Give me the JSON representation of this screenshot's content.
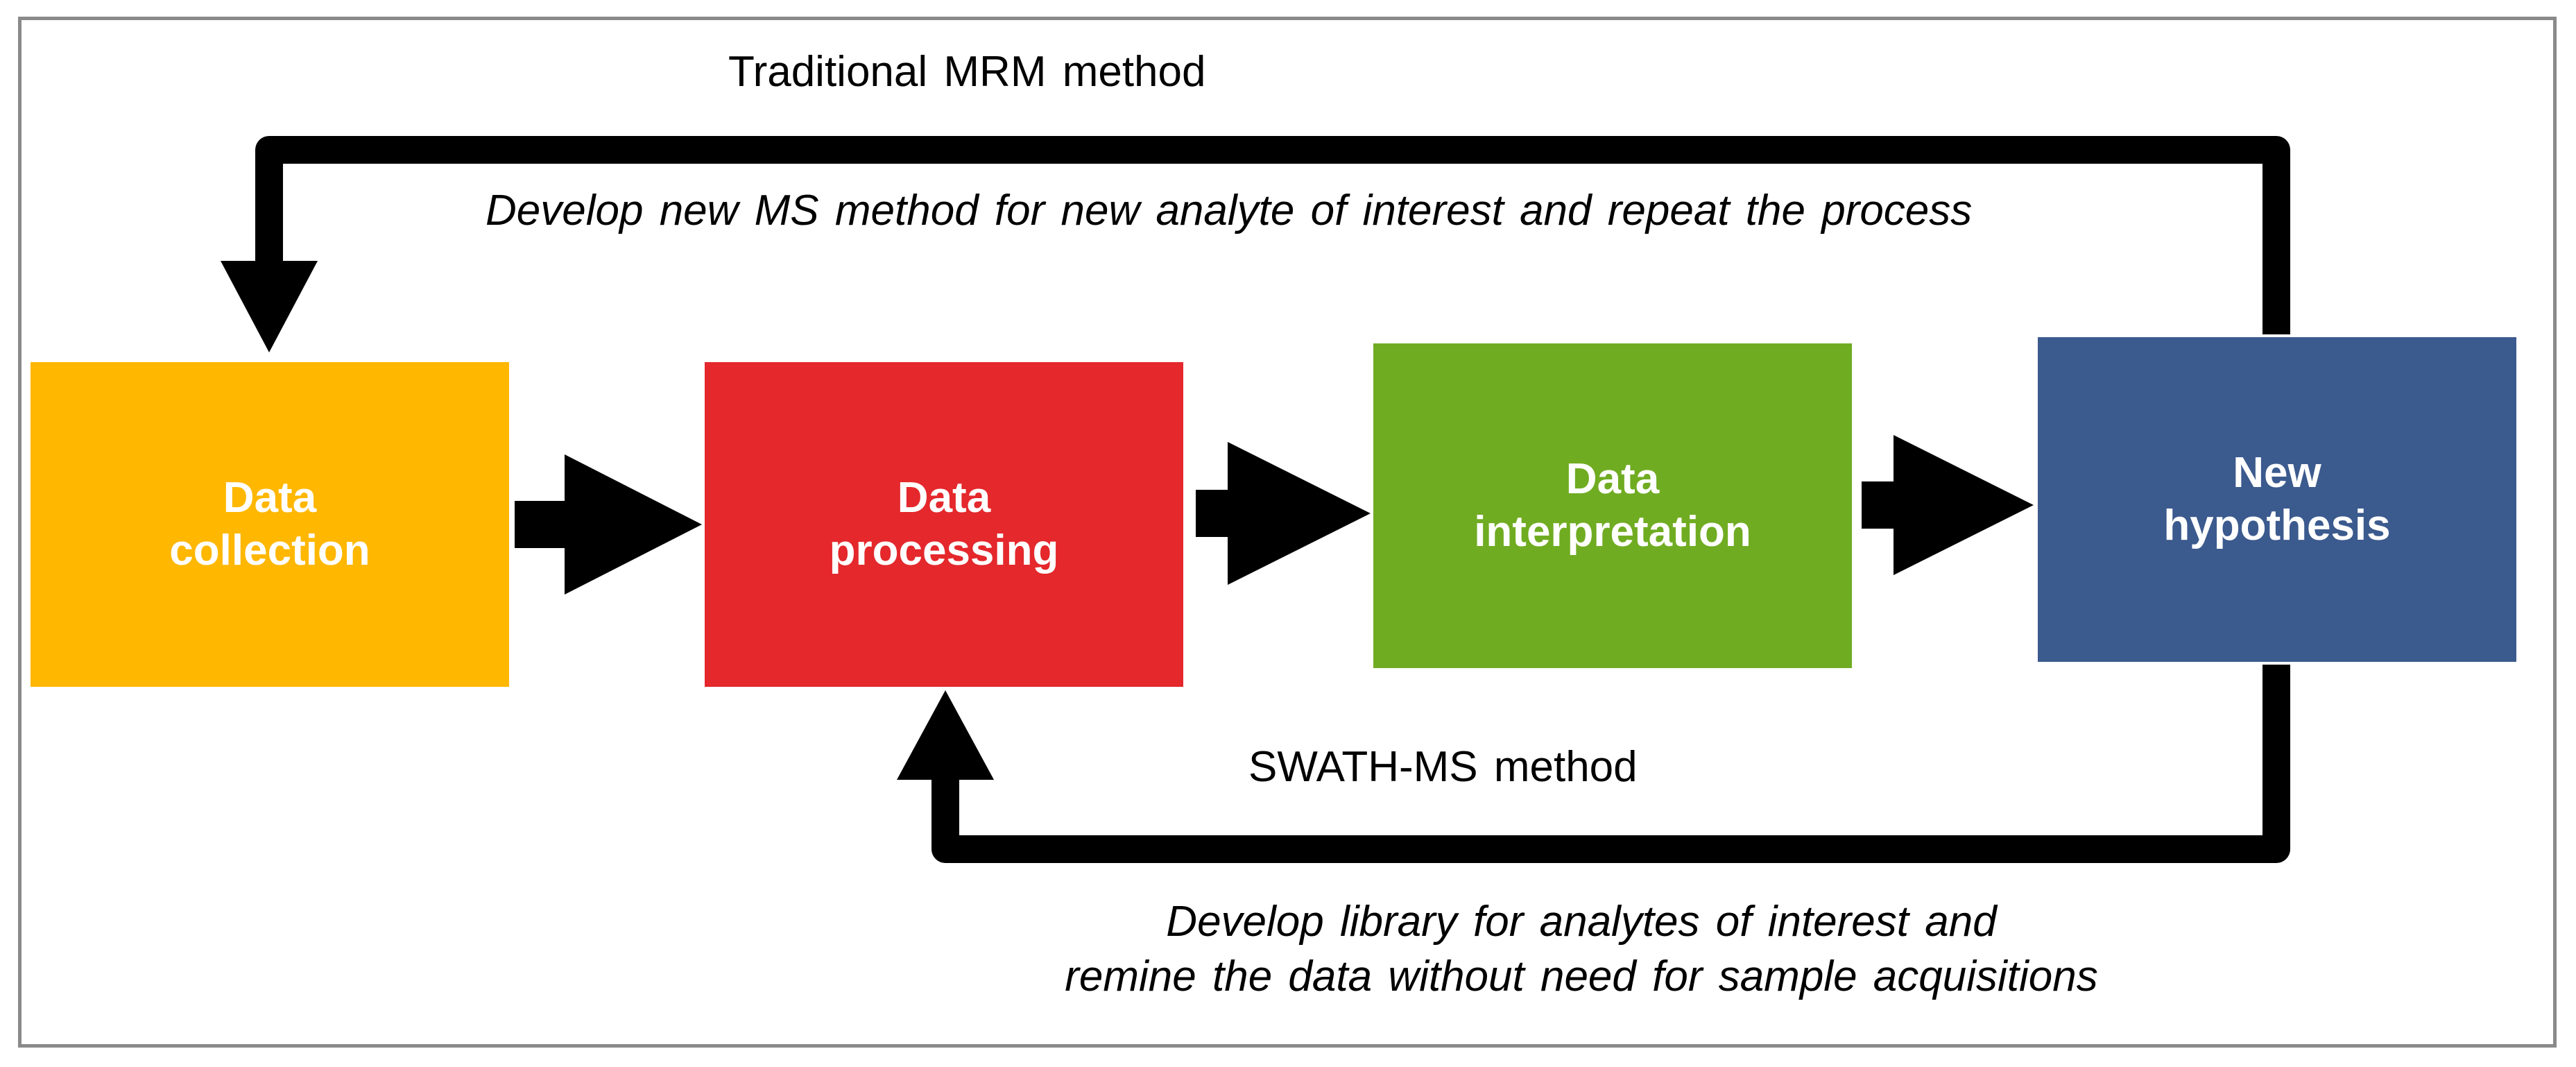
{
  "colors": {
    "frame": "#8a8a8a",
    "collection": "#ffb700",
    "processing": "#e4282c",
    "interpretation": "#70ac22",
    "hypothesis": "#3b5a8e",
    "arrow": "#000000"
  },
  "boxes": {
    "collection": "Data\ncollection",
    "processing": "Data\nprocessing",
    "interpretation": "Data\ninterpretation",
    "hypothesis": "New\nhypothesis"
  },
  "traditional": {
    "title": "Traditional MRM method",
    "description": "Develop new MS method for new analyte of interest and repeat the process"
  },
  "swath": {
    "title": "SWATH-MS method",
    "description": "Develop library for analytes of interest and\nremine the data without need for sample acquisitions"
  }
}
